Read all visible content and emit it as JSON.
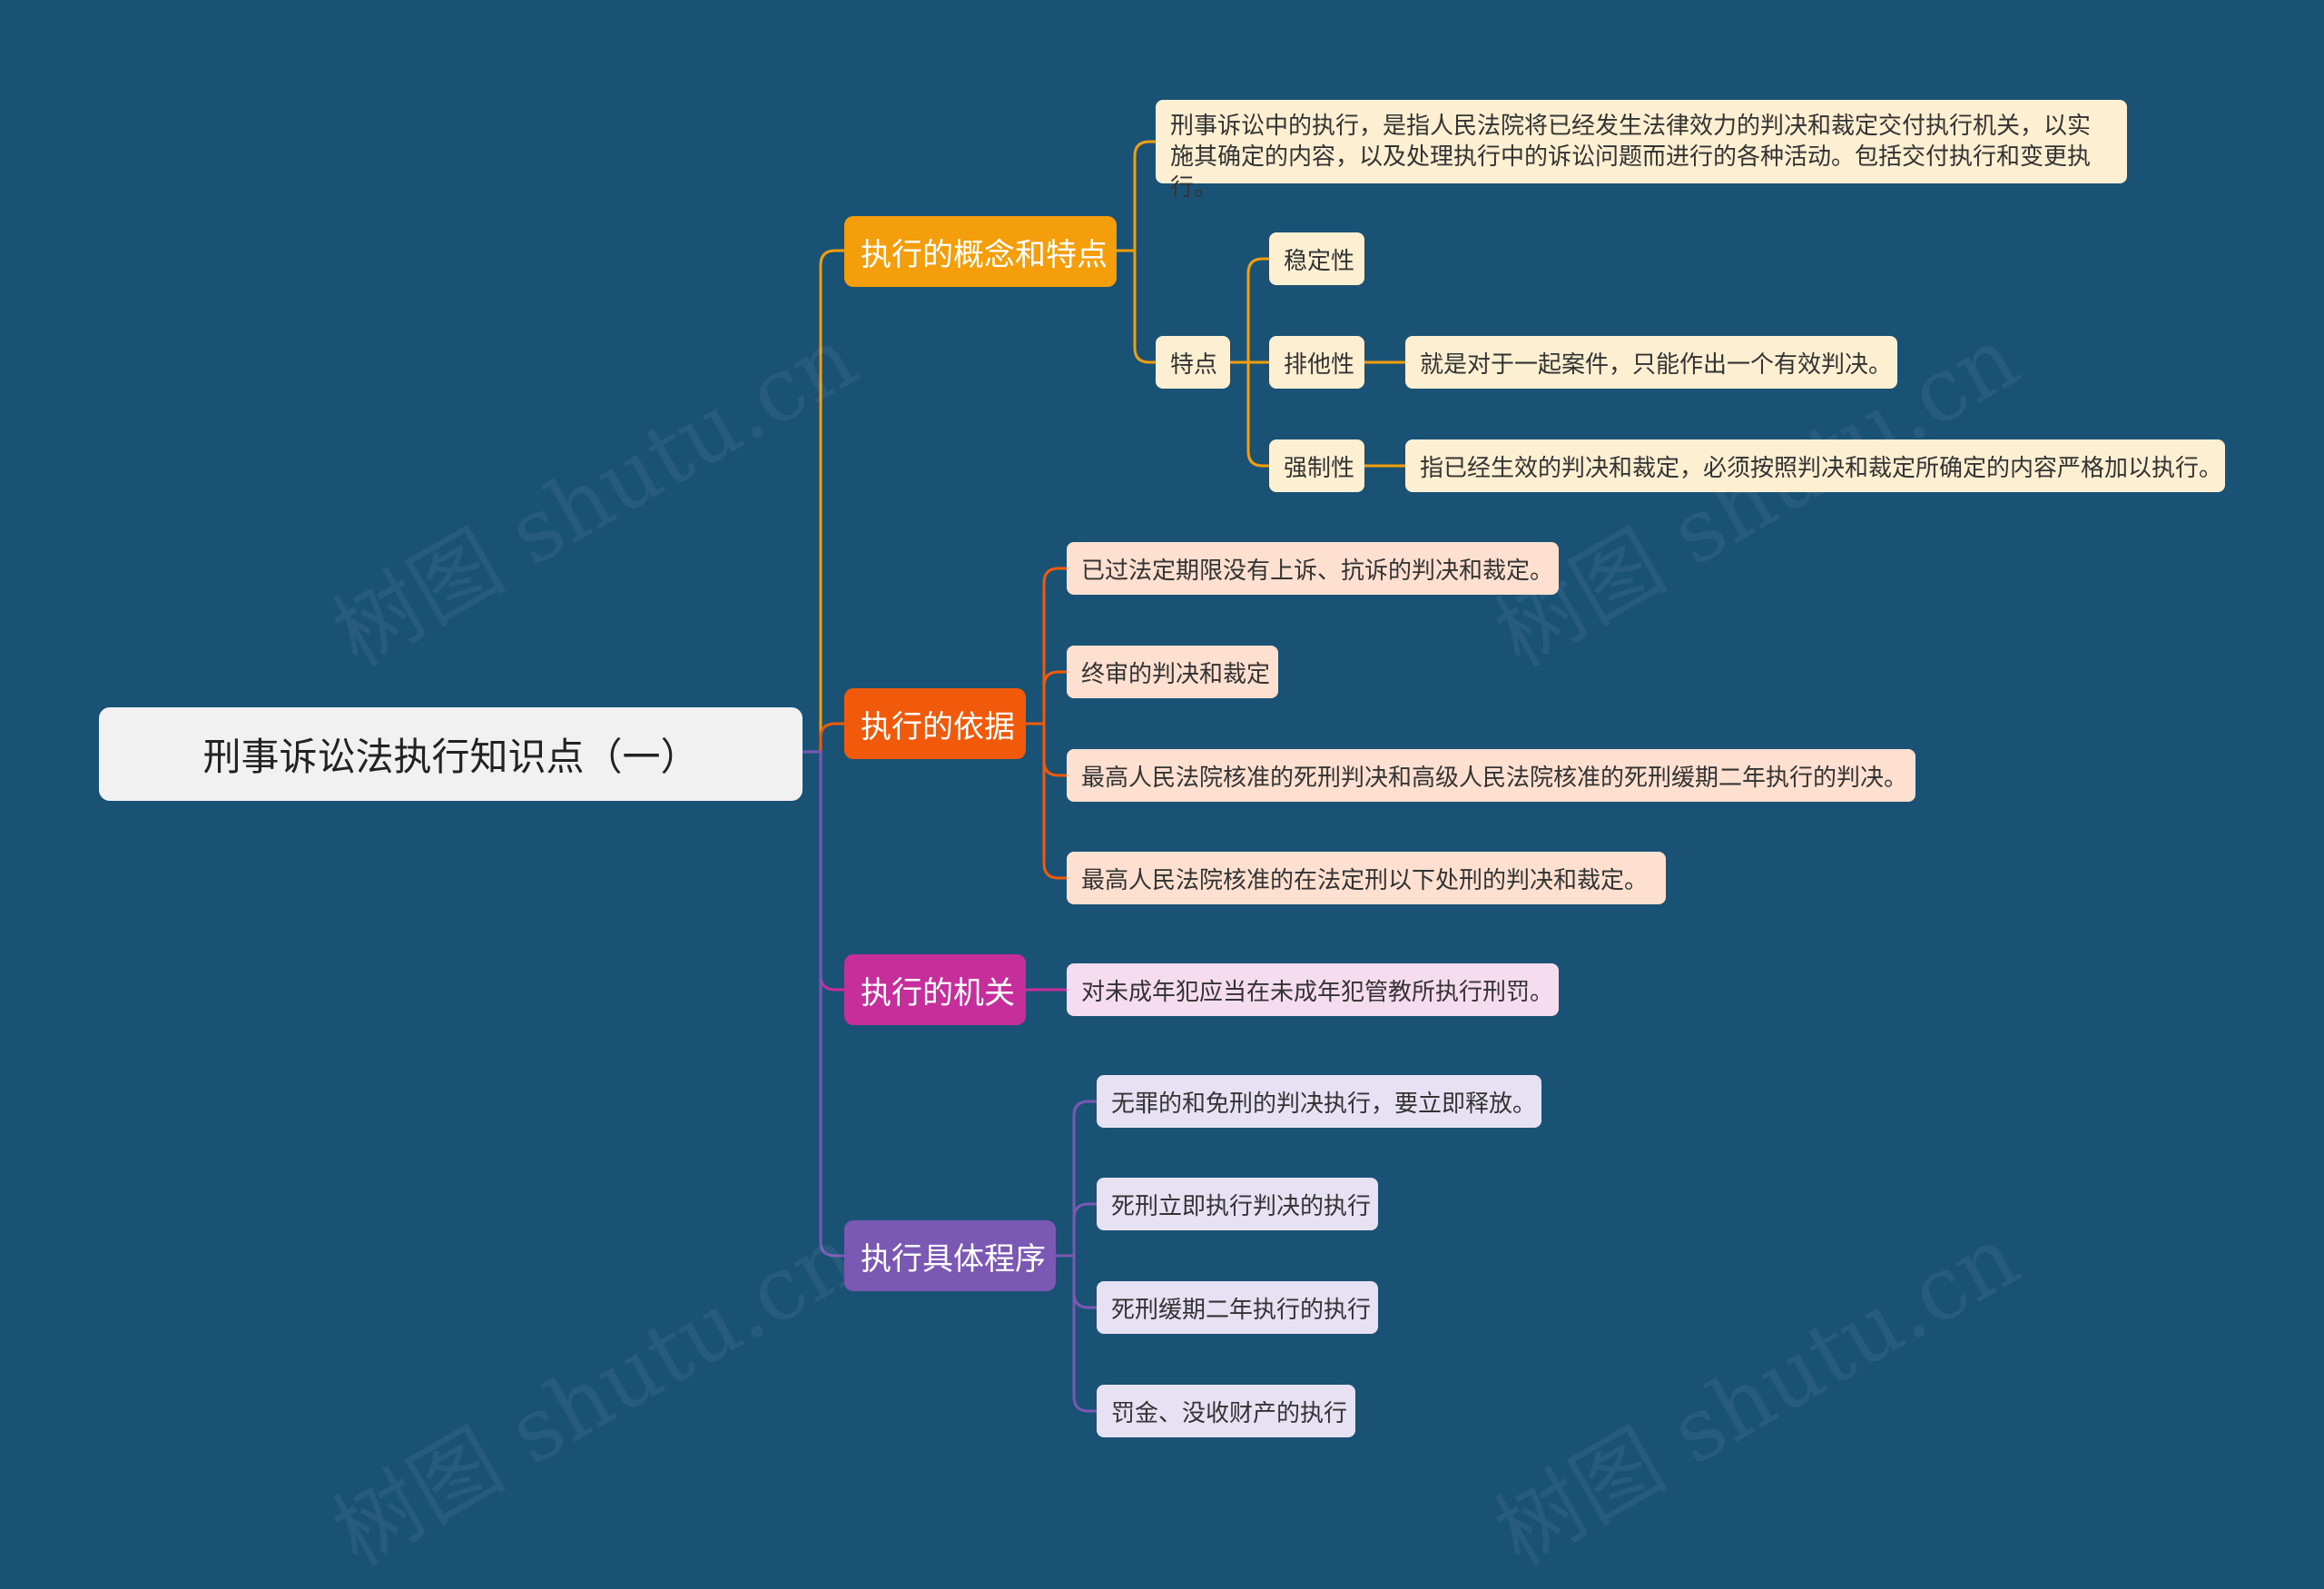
{
  "root": {
    "title": "刑事诉讼法执行知识点（一）"
  },
  "branches": {
    "concept": {
      "label": "执行的概念和特点",
      "definition": "刑事诉讼中的执行，是指人民法院将已经发生法律效力的判决和裁定交付执行机关，以实施其确定的内容，以及处理执行中的诉讼问题而进行的各种活动。包括交付执行和变更执行。",
      "features": {
        "label": "特点",
        "items": [
          {
            "label": "稳定性"
          },
          {
            "label": "排他性",
            "detail": "就是对于一起案件，只能作出一个有效判决。"
          },
          {
            "label": "强制性",
            "detail": "指已经生效的判决和裁定，必须按照判决和裁定所确定的内容严格加以执行。"
          }
        ]
      }
    },
    "basis": {
      "label": "执行的依据",
      "items": [
        "已过法定期限没有上诉、抗诉的判决和裁定。",
        "终审的判决和裁定",
        "最高人民法院核准的死刑判决和高级人民法院核准的死刑缓期二年执行的判决。",
        "最高人民法院核准的在法定刑以下处刑的判决和裁定。"
      ]
    },
    "organ": {
      "label": "执行的机关",
      "items": [
        "对未成年犯应当在未成年犯管教所执行刑罚。"
      ]
    },
    "procedure": {
      "label": "执行具体程序",
      "items": [
        "无罪的和免刑的判决执行，要立即释放。",
        "死刑立即执行判决的执行",
        "死刑缓期二年执行的执行",
        "罚金、没收财产的执行"
      ]
    }
  },
  "watermark": "树图 shutu.cn",
  "colors": {
    "background": "#1a5276",
    "concept": "#f59e0b",
    "basis": "#f05a0a",
    "organ": "#c62e9b",
    "procedure": "#7a58b4"
  }
}
